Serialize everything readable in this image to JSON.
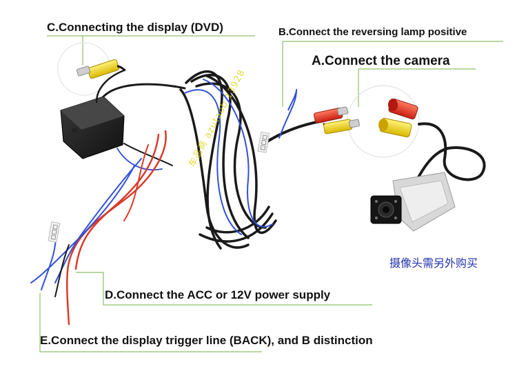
{
  "labels": {
    "c": "C.Connecting the display (DVD)",
    "b": "B.Connect the reversing lamp positive",
    "a": "A.Connect the camera",
    "d": "D.Connect the ACC or 12V power supply",
    "e": "E.Connect the display trigger line (BACK), and B distinction"
  },
  "note_cn": "摄像头需另外购买",
  "watermark": "车品商 azutaob 13928",
  "colors": {
    "background": "#ffffff",
    "callout_line": "#8fbf6a",
    "wire_black": "#1a1a1a",
    "wire_blue": "#3050d8",
    "wire_red": "#d83a2a",
    "connector_yellow": "#f2d21a",
    "connector_red": "#e83020",
    "note_text": "#2233aa",
    "watermark": "#d6d000"
  }
}
